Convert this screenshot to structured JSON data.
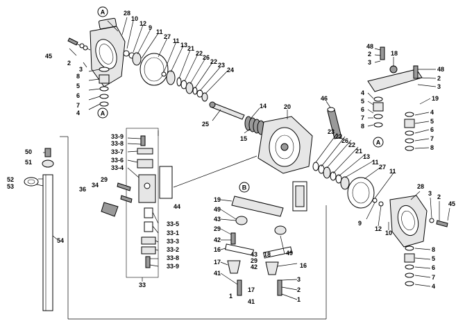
{
  "callouts": {
    "n1a": "1",
    "n1b": "1",
    "n2a": "2",
    "n2b": "2",
    "n2c": "2",
    "n2d": "2",
    "n2e": "2",
    "n3a": "3",
    "n3b": "3",
    "n3c": "3",
    "n3d": "3",
    "n3e": "3",
    "n4a": "4",
    "n4b": "4",
    "n4c": "4",
    "n4d": "4",
    "n5a": "5",
    "n5b": "5",
    "n5c": "5",
    "n5d": "5",
    "n6a": "6",
    "n6b": "6",
    "n6c": "6",
    "n6d": "6",
    "n7a": "7",
    "n7b": "7",
    "n7c": "7",
    "n7d": "7",
    "n8a": "8",
    "n8b": "8",
    "n8c": "8",
    "n8d": "8",
    "n9a": "9",
    "n9b": "9",
    "n10a": "10",
    "n10b": "10",
    "n11a": "11",
    "n11b": "11",
    "n11c": "11",
    "n11d": "11",
    "n12a": "12",
    "n12b": "12",
    "n13a": "13",
    "n13b": "13",
    "n14": "14",
    "n15": "15",
    "n16a": "16",
    "n16b": "16",
    "n17a": "17",
    "n17b": "17",
    "n18a": "18",
    "n18b": "18",
    "n19a": "19",
    "n19b": "19",
    "n20": "20",
    "n21a": "21",
    "n21b": "21",
    "n22a": "22",
    "n22b": "22",
    "n22c": "22",
    "n22d": "22",
    "n23a": "23",
    "n23b": "23",
    "n24": "24",
    "n25": "25",
    "n26a": "26",
    "n26b": "26",
    "n27a": "27",
    "n27b": "27",
    "n28a": "28",
    "n28b": "28",
    "n29a": "29",
    "n29b": "29",
    "n29c": "29",
    "n33": "33",
    "n33_1": "33-1",
    "n33_2": "33-2",
    "n33_3": "33-3",
    "n33_4": "33-4",
    "n33_5": "33-5",
    "n33_6": "33-6",
    "n33_7": "33-7",
    "n33_8a": "33-8",
    "n33_8b": "33-8",
    "n33_9a": "33-9",
    "n33_9b": "33-9",
    "n34": "34",
    "n36": "36",
    "n41a": "41",
    "n41b": "41",
    "n42a": "42",
    "n42b": "42",
    "n43a": "43",
    "n43b": "43",
    "n44": "44",
    "n45a": "45",
    "n45b": "45",
    "n46": "46",
    "n48a": "48",
    "n48b": "48",
    "n49a": "49",
    "n49b": "49",
    "n50": "50",
    "n51": "51",
    "n52": "52",
    "n53": "53",
    "n54": "54"
  },
  "markers": {
    "a_top": "A",
    "a_left": "A",
    "a_right": "A",
    "b_center": "B"
  }
}
